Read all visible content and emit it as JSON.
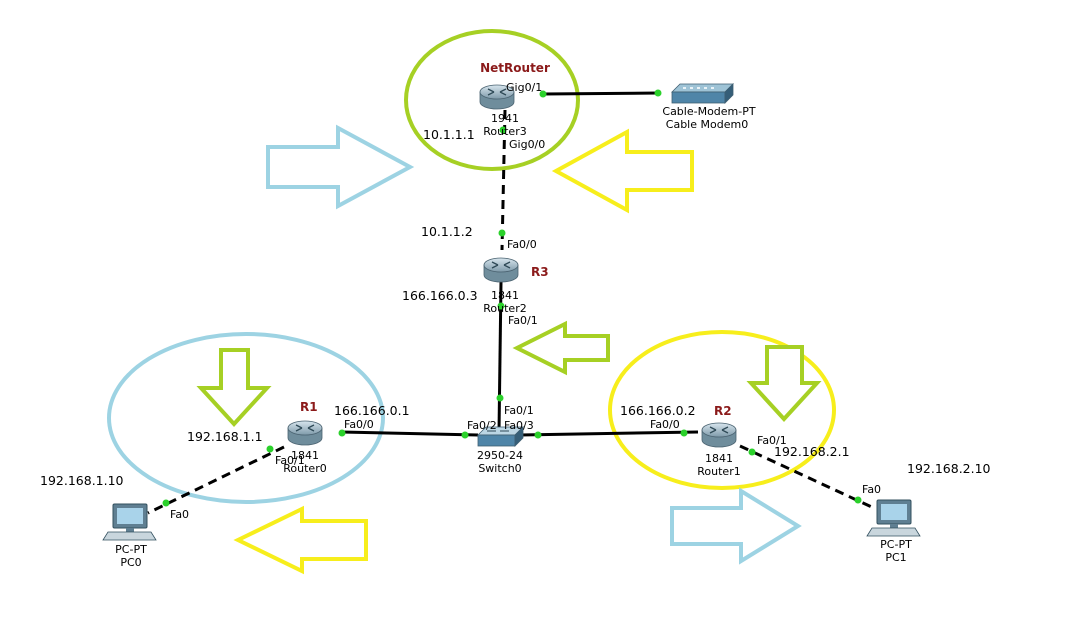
{
  "colors": {
    "blue": "#9dd3e3",
    "yellow": "#f7ee1c",
    "green": "#a6d024",
    "link": "#000000",
    "port": "#2bd12b",
    "hostname": "#8b1a1a"
  },
  "devices": {
    "netrouter": {
      "hostname": "NetRouter",
      "model": "1941",
      "name": "Router3",
      "icon": "router-icon"
    },
    "r3": {
      "hostname": "R3",
      "model": "1841",
      "name": "Router2",
      "icon": "router-icon"
    },
    "r1": {
      "hostname": "R1",
      "model": "1841",
      "name": "Router0",
      "icon": "router-icon"
    },
    "r2": {
      "hostname": "R2",
      "model": "1841",
      "name": "Router1",
      "icon": "router-icon"
    },
    "switch0": {
      "model": "2950-24",
      "name": "Switch0",
      "icon": "switch-icon"
    },
    "modem": {
      "model": "Cable-Modem-PT",
      "name": "Cable Modem0",
      "icon": "cable-modem-icon"
    },
    "pc0": {
      "model": "PC-PT",
      "name": "PC0",
      "icon": "pc-icon"
    },
    "pc1": {
      "model": "PC-PT",
      "name": "PC1",
      "icon": "pc-icon"
    }
  },
  "ports": {
    "netrouter_gig01": "Gig0/1",
    "netrouter_gig00": "Gig0/0",
    "r3_fa00": "Fa0/0",
    "r3_fa01": "Fa0/1",
    "r1_fa00": "Fa0/0",
    "r1_fa01": "Fa0/1",
    "r2_fa00": "Fa0/0",
    "r2_fa01": "Fa0/1",
    "sw_fa01": "Fa0/1",
    "sw_fa02": "Fa0/2",
    "sw_fa03": "Fa0/3",
    "pc0_fa0": "Fa0",
    "pc1_fa0": "Fa0"
  },
  "ips": {
    "netrouter_gig00": "10.1.1.1",
    "r3_fa00": "10.1.1.2",
    "r3_fa01": "166.166.0.3",
    "r1_fa00": "166.166.0.1",
    "r1_fa01": "192.168.1.1",
    "r2_fa00": "166.166.0.2",
    "r2_fa01": "192.168.2.1",
    "pc0": "192.168.1.10",
    "pc1": "192.168.2.10"
  }
}
